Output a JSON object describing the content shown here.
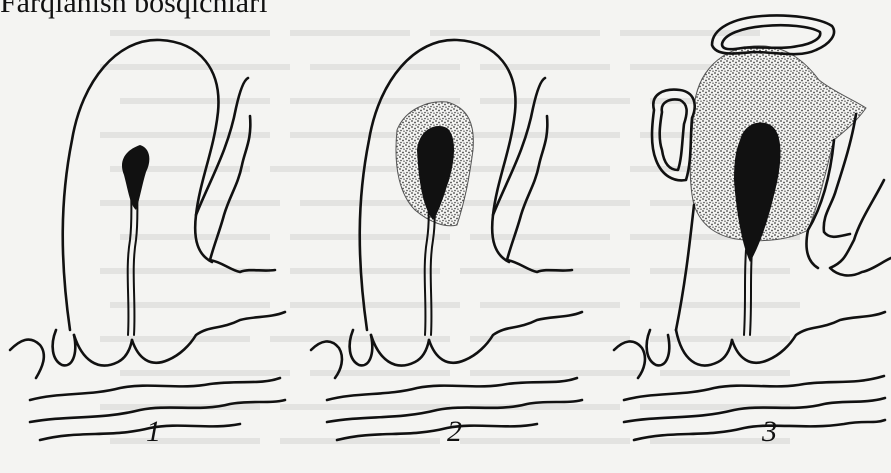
{
  "heading": "Farqlanish bosqichlari",
  "panels": [
    {
      "number": "1"
    },
    {
      "number": "2"
    },
    {
      "number": "3"
    }
  ],
  "colors": {
    "ink": "#111111",
    "stipple": "#8a8a8a",
    "paper": "#f4f4f2"
  }
}
